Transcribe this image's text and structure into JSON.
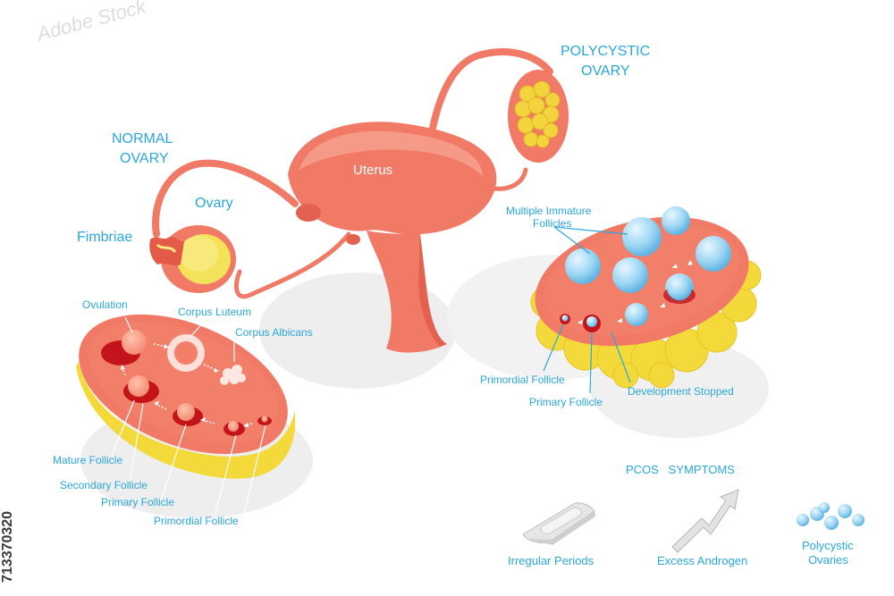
{
  "labels": {
    "normal_ovary": [
      "NORMAL",
      "OVARY"
    ],
    "polycystic_ovary": [
      "POLYCYSTIC",
      "OVARY"
    ],
    "uterus": "Uterus",
    "ovary": "Ovary",
    "fimbriae": "Fimbriae",
    "ovulation": "Ovulation",
    "corpus_luteum": "Corpus Luteum",
    "corpus_albicans": "Corpus Albicans",
    "mature_follicle": "Mature Follicle",
    "secondary_follicle": "Secondary Follicle",
    "primary_follicle_left": "Primary Follicle",
    "primordial_follicle_left": "Primordial Follicle",
    "multiple_immature_follicles": [
      "Multiple Immature",
      "Follicles"
    ],
    "primordial_follicle_right": "Primordial Follicle",
    "primary_follicle_right": "Primary Follicle",
    "development_stopped": "Development Stopped"
  },
  "symptoms": {
    "title": "PCOS   SYMPTOMS",
    "items": [
      {
        "label": "Irregular Periods",
        "icon": "pad-icon"
      },
      {
        "label": "Excess Androgen",
        "icon": "rising-arrow-icon"
      },
      {
        "label": [
          "Polycystic",
          "Ovaries"
        ],
        "icon": "cysts-icon"
      }
    ]
  },
  "watermark": {
    "id": "713370320",
    "brand": "Adobe Stock"
  },
  "colors": {
    "label": "#2aa7dc",
    "tissue": "#f07a66",
    "tissue_light": "#f59a86",
    "stroma_yellow": "#f5e04b",
    "follicle_red": "#c4141b",
    "cyst_blue": "#9fd7f4"
  }
}
